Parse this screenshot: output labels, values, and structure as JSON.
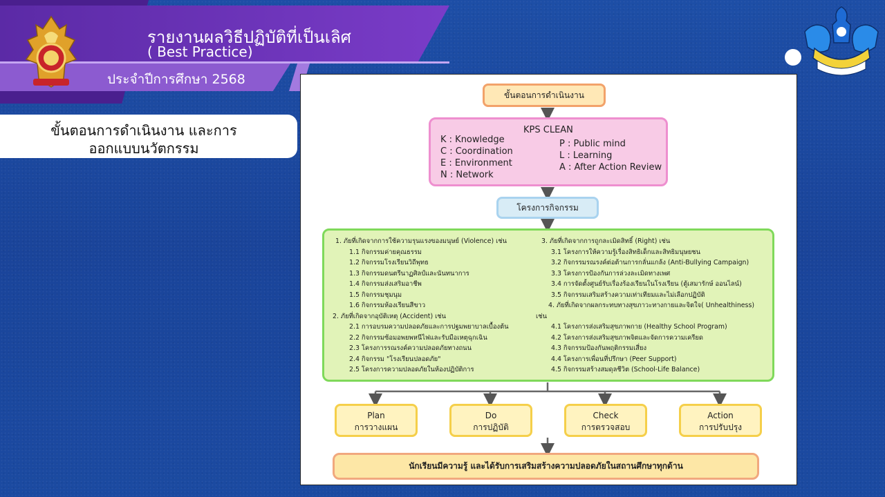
{
  "header": {
    "title_line1": "รายงานผลวิธีปฏิบัติที่เป็นเลิศ",
    "title_line2": "( Best Practice)",
    "subtitle": "ประจำปีการศึกษา 2568"
  },
  "section": {
    "line1": "ขั้นตอนการดำเนินงาน และการ",
    "line2": "ออกแบบนวัตกรรม"
  },
  "diagram": {
    "top": "ขั้นตอนการดำเนินงาน",
    "kps": {
      "title": "KPS  CLEAN",
      "left": [
        "K : Knowledge",
        "C : Coordination",
        "E : Environment",
        "N : Network"
      ],
      "right": [
        "P : Public mind",
        "L : Learning",
        "A : After Action Review"
      ]
    },
    "project": "โครงการกิจกรรม",
    "left_col": [
      "1. ภัยที่เกิดจากการใช้ความรุนแรงของมนุษย์ (Violence) เช่น",
      "1.1 กิจกรรมค่ายคุณธรรม",
      "1.2 กิจกรรมโรงเรียนวิถีพุทธ",
      "1.3 กิจกรรมดนตรีนาฏศิลป์และนันทนาการ",
      "1.4 กิจกรรมส่งเสริมอาชีพ",
      "1.5 กิจกรรมชุมนุม",
      "1.6 กิจกรรมห้องเรียนสีขาว",
      "2. ภัยที่เกิดจากอุบัติเหตุ (Accident) เช่น",
      "2.1 การอบรมความปลอดภัยและการปฐมพยาบาลเบื้องต้น",
      "2.2 กิจกรรมซ้อมอพยพหนีไฟและรับมือเหตุฉุกเฉิน",
      "2.3 โครงการรณรงค์ความปลอดภัยทางถนน",
      "2.4 กิจกรรม \"โรงเรียนปลอดภัย\"",
      "2.5 โครงการความปลอดภัยในห้องปฏิบัติการ"
    ],
    "right_col": [
      "3. ภัยที่เกิดจากการถูกละเมิดสิทธิ์ (Right) เช่น",
      "3.1 โครงการให้ความรู้เรื่องสิทธิเด็กและสิทธิมนุษยชน",
      "3.2 กิจกรรมรณรงค์ต่อต้านการกลั่นแกล้ง (Anti-Bullying Campaign)",
      "3.3 โครงการป้องกันการล่วงละเมิดทางเพศ",
      "3.4 การจัดตั้งศูนย์รับเรื่องร้องเรียนในโรงเรียน  (ตู้เสมารักษ์ ออนไลน์)",
      "3.5 กิจกรรมเสริมสร้างความเท่าเทียมและไม่เลือกปฏิบัติ",
      "4. ภัยที่เกิดจากผลกระทบทางสุขภาวะทางกายและจิตใจ( Unhealthiness)",
      "เช่น",
      "4.1 โครงการส่งเสริมสุขภาพกาย (Healthy School Program)",
      "4.2 โครงการส่งเสริมสุขภาพจิตและจัดการความเครียด",
      "4.3 กิจกรรมป้องกันพฤติกรรมเสี่ยง",
      "4.4 โครงการเพื่อนที่ปรึกษา (Peer Support)",
      "4.5 กิจกรรมสร้างสมดุลชีวิต (School-Life Balance)"
    ],
    "pdca": [
      {
        "en": "Plan",
        "th": "การวางแผน"
      },
      {
        "en": "Do",
        "th": "การปฏิบัติ"
      },
      {
        "en": "Check",
        "th": "การตรวจสอบ"
      },
      {
        "en": "Action",
        "th": "การปรับปรุง"
      }
    ],
    "final": "นักเรียนมีความรู้ และได้รับการเสริมสร้างความปลอดภัยในสถานศึกษาทุกด้าน"
  },
  "colors": {
    "background": "#1c4a9e",
    "banner": "#6a33b8",
    "accent_light": "#8c5bd0"
  }
}
